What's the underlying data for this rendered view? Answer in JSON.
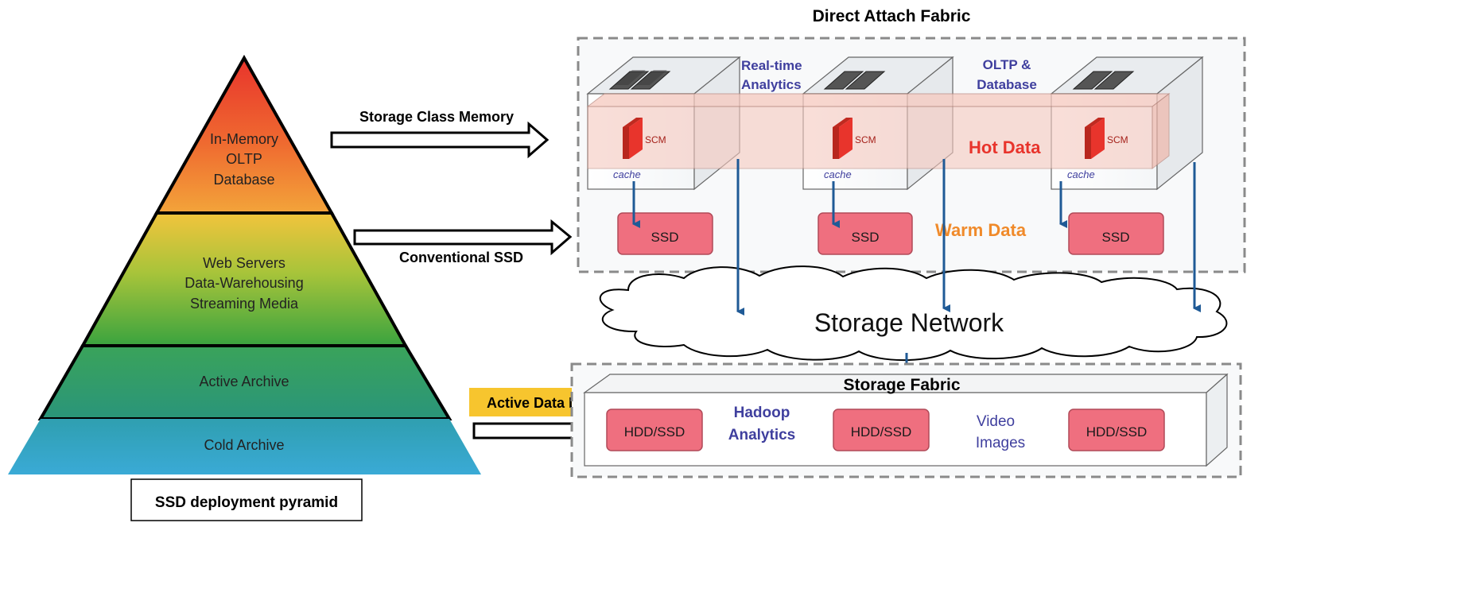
{
  "pyramid": {
    "caption": "SSD deployment pyramid",
    "tiers": [
      {
        "lines": [
          "In-Memory",
          "OLTP",
          "Database"
        ]
      },
      {
        "lines": [
          "Web Servers",
          "Data-Warehousing",
          "Streaming Media"
        ]
      },
      {
        "lines": [
          "Active Archive"
        ]
      },
      {
        "lines": [
          "Cold Archive"
        ]
      }
    ]
  },
  "arrows": {
    "scm": "Storage Class Memory",
    "conventional": "Conventional SSD",
    "data_lakes": "Active Data Lakes"
  },
  "direct_attach": {
    "title": "Direct Attach Fabric",
    "realtime_lines": [
      "Real-time",
      "Analytics"
    ],
    "oltp_lines": [
      "OLTP &",
      "Database"
    ],
    "hot_data": "Hot Data",
    "warm_data": "Warm Data",
    "scm_label": "SCM",
    "cache_label": "cache",
    "ssd_label": "SSD"
  },
  "network": {
    "label": "Storage Network"
  },
  "storage_fabric": {
    "title": "Storage Fabric",
    "hadoop_lines": [
      "Hadoop",
      "Analytics"
    ],
    "video_lines": [
      "Video",
      "Images"
    ],
    "drive_label": "HDD/SSD"
  },
  "colors": {
    "tier1_top": "#e8342c",
    "tier1_bottom": "#f3a43a",
    "tier2_top": "#f2c43c",
    "tier2_bottom": "#3aa33f",
    "tier3": "#2e9d6a",
    "tier4": "#3aa7c9",
    "accent_blue": "#3f3f9e",
    "hot_red": "#e8342c",
    "warm_orange": "#f08a2a",
    "ssd_fill": "#ef6f7f",
    "scm_red": "#e8342c",
    "data_lakes_bg": "#f7c52e",
    "dashed_border": "#8a8a8a",
    "down_arrow": "#1f5a96"
  }
}
